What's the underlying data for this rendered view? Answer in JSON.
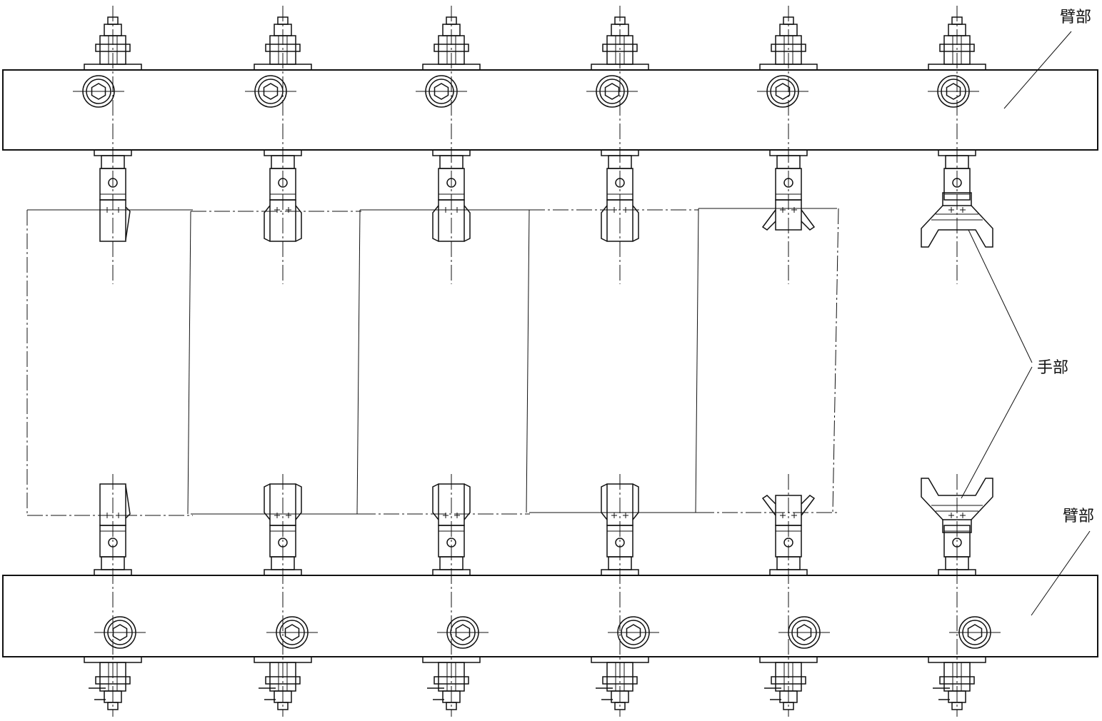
{
  "labels": {
    "upper_arm": "臂部",
    "hand": "手部",
    "lower_arm": "臂部"
  },
  "colors": {
    "line": "#111111",
    "background": "#ffffff"
  },
  "diagram": {
    "arm_count": 2,
    "grippers_per_arm": 6,
    "gripper_styles": [
      "straight-left",
      "flared",
      "flared",
      "flared",
      "wing",
      "wide-fork"
    ],
    "workpiece_stations": 5
  }
}
